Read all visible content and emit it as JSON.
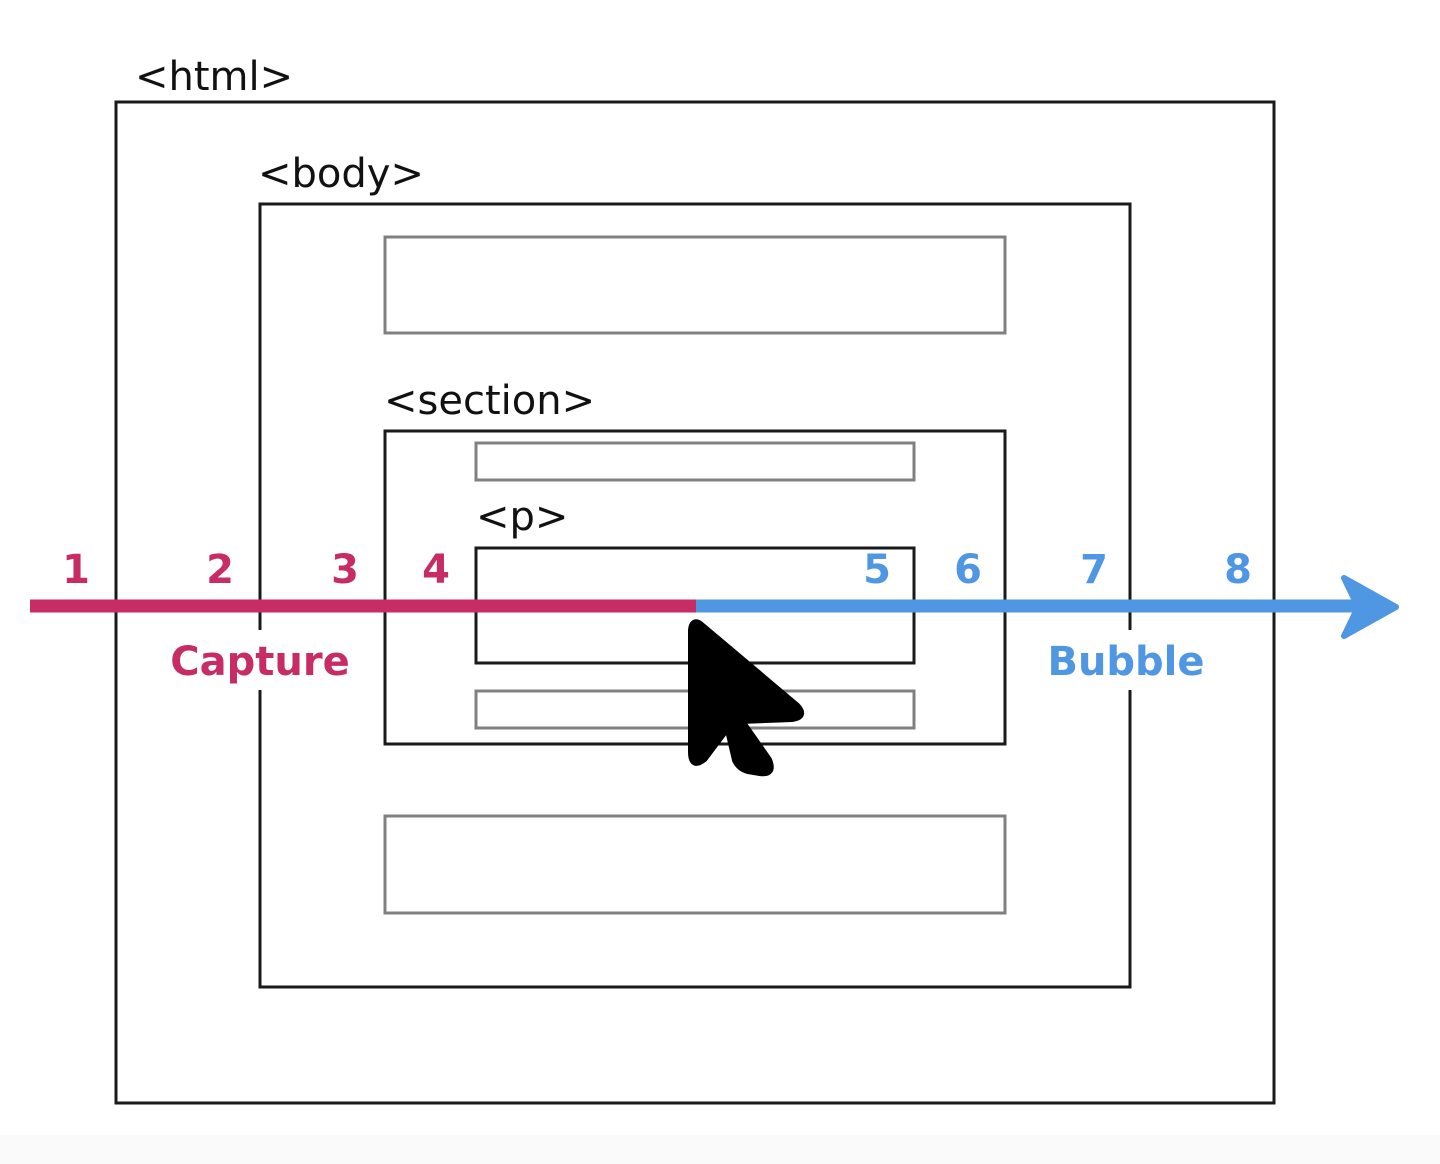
{
  "labels": {
    "html": "<html>",
    "body": "<body>",
    "section": "<section>",
    "p": "<p>"
  },
  "capture": {
    "label": "Capture",
    "steps": [
      "1",
      "2",
      "3",
      "4"
    ],
    "color": "#C72C64"
  },
  "bubble": {
    "label": "Bubble",
    "steps": [
      "5",
      "6",
      "7",
      "8"
    ],
    "color": "#4F96E3"
  },
  "icons": {
    "cursor": "mouse-pointer-icon",
    "arrow": "arrow-right-icon"
  }
}
